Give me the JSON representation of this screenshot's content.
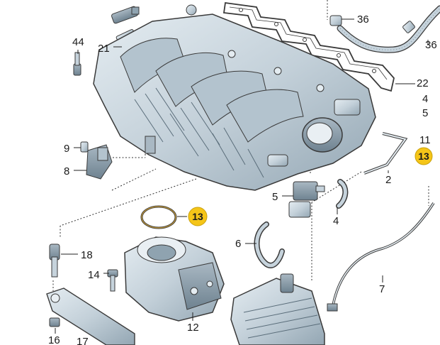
{
  "labels": {
    "l44": "44",
    "l21": "21",
    "l36": "36",
    "l36b": "36",
    "l22": "22",
    "l4a": "4",
    "l5a": "5",
    "l11": "11",
    "l13a": "13",
    "l2": "2",
    "l9": "9",
    "l8": "8",
    "l13b": "13",
    "l5b": "5",
    "l4b": "4",
    "l6": "6",
    "l18": "18",
    "l14": "14",
    "l7": "7",
    "l12": "12",
    "l16": "16",
    "l17": "17"
  },
  "colors": {
    "badge": "#f5c518",
    "part_fill": "#c6d3dc",
    "part_shade": "#8fa3b0",
    "outline": "#3a3a3a"
  }
}
